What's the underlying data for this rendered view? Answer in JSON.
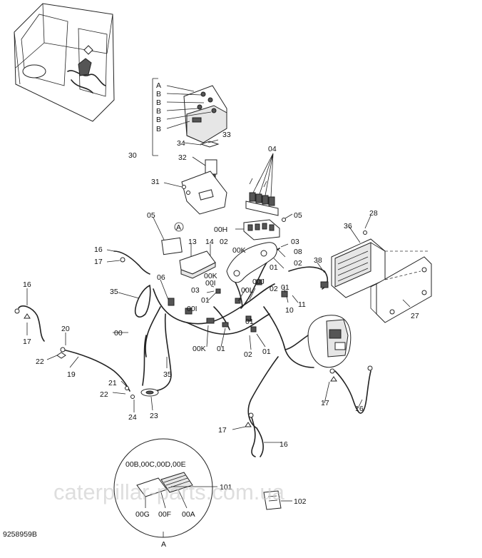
{
  "drawing_id": "9258959B",
  "watermark": "caterpillar-parts.com.ua",
  "detail": {
    "label": "A",
    "codes": "00B,00C,00D,00E"
  },
  "callouts": {
    "c_A_box": "A",
    "c_B1": "B",
    "c_B2": "B",
    "c_B3": "B",
    "c_B4": "B",
    "c_B5": "B",
    "c_30": "30",
    "c_34": "34",
    "c_33": "33",
    "c_32": "32",
    "c_31": "31",
    "c_04": "04",
    "c_05a": "05",
    "c_05b": "05",
    "c_A_circle": "A",
    "c_00H": "00H",
    "c_02a": "02",
    "c_00K_a": "00K",
    "c_03a": "03",
    "c_08": "08",
    "c_02b": "02",
    "c_01a": "01",
    "c_13": "13",
    "c_14": "14",
    "c_00K_b": "00K",
    "c_06": "06",
    "c_03b": "03",
    "c_00I_a": "00I",
    "c_01b": "01",
    "c_00L": "00L",
    "c_00J": "00J",
    "c_02c": "02",
    "c_01c": "01",
    "c_10": "10",
    "c_11": "11",
    "c_38": "38",
    "c_36": "36",
    "c_28": "28",
    "c_27": "27",
    "c_16a": "16",
    "c_17a": "17",
    "c_16b": "16",
    "c_17b": "17",
    "c_35a": "35",
    "c_00I_b": "00I",
    "c_00": "00",
    "c_00K_c": "00K",
    "c_01d": "01",
    "c_01e": "01",
    "c_02d": "02",
    "c_01f": "01",
    "c_20": "20",
    "c_22a": "22",
    "c_19": "19",
    "c_35b": "35",
    "c_21": "21",
    "c_22b": "22",
    "c_24": "24",
    "c_23": "23",
    "c_17c": "17",
    "c_16c": "16",
    "c_17d": "17",
    "c_16d": "16",
    "c_101": "101",
    "c_00G": "00G",
    "c_00F": "00F",
    "c_00A": "00A",
    "c_102": "102"
  },
  "colors": {
    "ink": "#222222",
    "watermark": "#c9c9c9",
    "background": "#ffffff"
  }
}
